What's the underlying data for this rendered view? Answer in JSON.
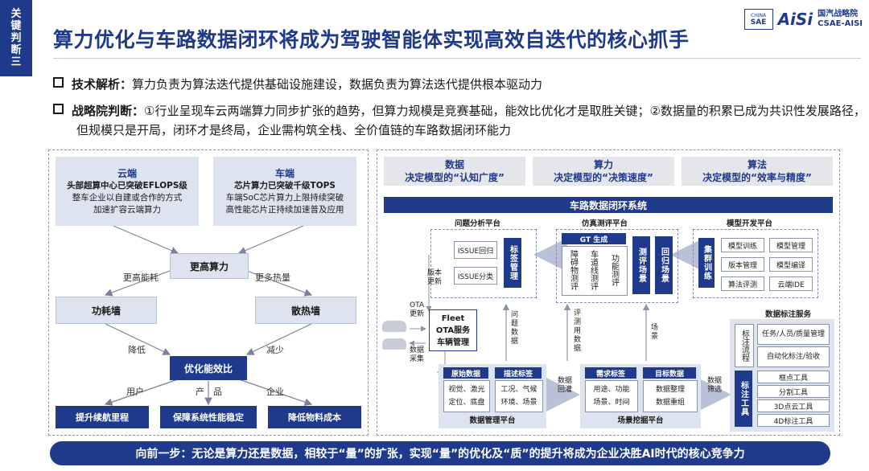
{
  "side_tag": [
    "关",
    "键",
    "判",
    "断",
    "三"
  ],
  "title": "算力优化与车路数据闭环将成为驾驶智能体实现高效自迭代的核心抓手",
  "logo": {
    "badge_top": "CHINA",
    "badge_bottom": "SAE",
    "brand": "AiSi",
    "line1": "国汽战略院",
    "line2": "CSAE-AISI"
  },
  "bullets": {
    "b1_label": "技术解析：",
    "b1_text": "算力负责为算法迭代提供基础设施建设，数据负责为算法迭代提供根本驱动力",
    "b2_label": "战略院判断：",
    "b2_text": "①行业呈现车云两端算力同步扩张的趋势，但算力规模是竞赛基础，能效比优化才是取胜关键；②数据量的积累已成为共识性发展路径，但规模只是开局，闭环才是终局，企业需构筑全栈、全价值链的车路数据闭环能力"
  },
  "left": {
    "cloud": {
      "title": "云端",
      "line1": "头部超算中心已突破EFLOPS级",
      "line2": "整车企业以自建或合作的方式",
      "line3": "加速扩容云端算力"
    },
    "car": {
      "title": "车端",
      "line1": "芯片算力已突破千级TOPS",
      "line2": "车端SoC芯片算力上限持续突破",
      "line3": "高性能芯片正持续加速普及应用"
    },
    "higher_compute": "更高算力",
    "more_energy": "更高能耗",
    "more_heat": "更多热量",
    "power_wall": "功耗墙",
    "heat_wall": "散热墙",
    "reduce1": "降低",
    "reduce2": "减少",
    "optimize": "优化能效比",
    "user": "用户",
    "product": "产　品",
    "enterprise": "企业",
    "out1": "提升续航里程",
    "out2": "保障系统性能稳定",
    "out3": "降低物料成本"
  },
  "right": {
    "h1_title": "数据",
    "h1_sub": "决定模型的“认知广度”",
    "h2_title": "算力",
    "h2_sub": "决定模型的“决策速度”",
    "h3_title": "算法",
    "h3_sub": "决定模型的“效率与精度”",
    "system": "车路数据闭环系统",
    "p1": "问题分析平台",
    "p2": "仿真测评平台",
    "p3": "模型开发平台",
    "issue_back": "ISSUE回归",
    "issue_class": "ISSUE分类",
    "label_manage": "标签管理",
    "gt": "GT 生成",
    "sim1": "障碍物测评",
    "sim2": "车道线测评",
    "sim3": "功能测评",
    "test_scene": "测评场景",
    "regress_scene": "回归场景",
    "cluster": "集群训练",
    "m1": "模型训练",
    "m2": "模型管理",
    "m3": "版本管理",
    "m4": "模型编译",
    "m5": "算法评测",
    "m6": "云端IDE",
    "version_update": "版本更新",
    "ota_update": "OTA更新",
    "data_collect": "数据采集",
    "fleet": "Fleet",
    "ota_service": "OTA服务",
    "vehicle_manage": "车辆管理",
    "problem_data": "问题数据",
    "eval_data": "评测用数据",
    "scene": "场景",
    "data_back": "数据回灌",
    "data_filter": "数据筛选",
    "raw_data": "原始数据",
    "raw1": "视觉、激光",
    "raw2": "定位、底盘",
    "desc_tag": "描述标签",
    "desc1": "工况、气候",
    "desc2": "环境、场景",
    "data_platform": "数据管理平台",
    "need_tag": "需求标签",
    "need1": "用途、功能",
    "need2": "场景、时间",
    "target_data": "目标数据",
    "target1": "数据整理",
    "target2": "数据重组",
    "scene_platform": "场景挖掘平台",
    "label_service": "数据标注服务",
    "label_flow": "标注流程",
    "s1": "任务/人员/质量管理",
    "s2": "自动化标注/验收",
    "label_tool": "标注工具",
    "t1": "框点工具",
    "t2": "分割工具",
    "t3": "3D点云工具",
    "t4": "4D标注工具"
  },
  "banner": "向前一步：无论是算力还是数据，相较于“量”的扩张，实现“量”的优化及“质”的提升将成为企业决胜AI时代的核心竞争力",
  "colors": {
    "navy": "#1f3a8a",
    "light": "#dde3ef",
    "header_gray": "#e4e6ea"
  }
}
